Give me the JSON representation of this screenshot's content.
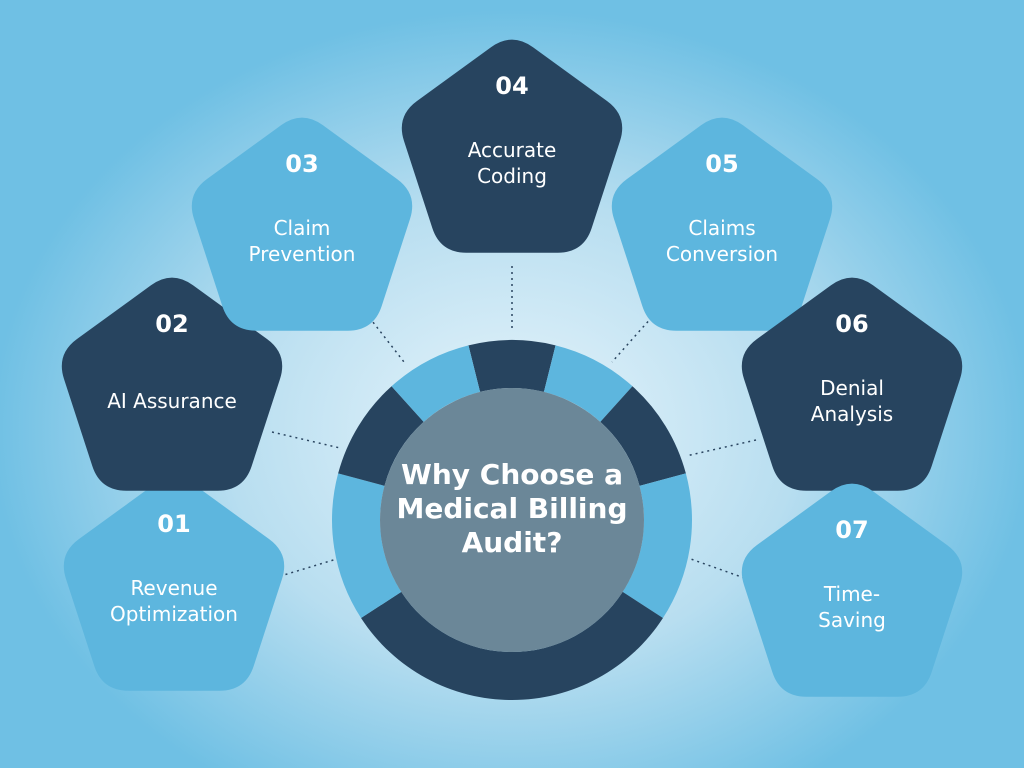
{
  "colors": {
    "dark": "#27445f",
    "light": "#5db6de",
    "center": "#6b8798"
  },
  "center": {
    "title_lines": [
      "Why Choose a",
      "Medical Billing",
      "Audit?"
    ]
  },
  "benefits": [
    {
      "number": "01",
      "lines": [
        "Revenue",
        "Optimization"
      ],
      "tone": "light"
    },
    {
      "number": "02",
      "lines": [
        "AI Assurance"
      ],
      "tone": "dark"
    },
    {
      "number": "03",
      "lines": [
        "Claim",
        "Prevention"
      ],
      "tone": "light"
    },
    {
      "number": "04",
      "lines": [
        "Accurate",
        "Coding"
      ],
      "tone": "dark"
    },
    {
      "number": "05",
      "lines": [
        "Claims",
        "Conversion"
      ],
      "tone": "light"
    },
    {
      "number": "06",
      "lines": [
        "Denial",
        "Analysis"
      ],
      "tone": "dark"
    },
    {
      "number": "07",
      "lines": [
        "Time-",
        "Saving"
      ],
      "tone": "light"
    }
  ]
}
